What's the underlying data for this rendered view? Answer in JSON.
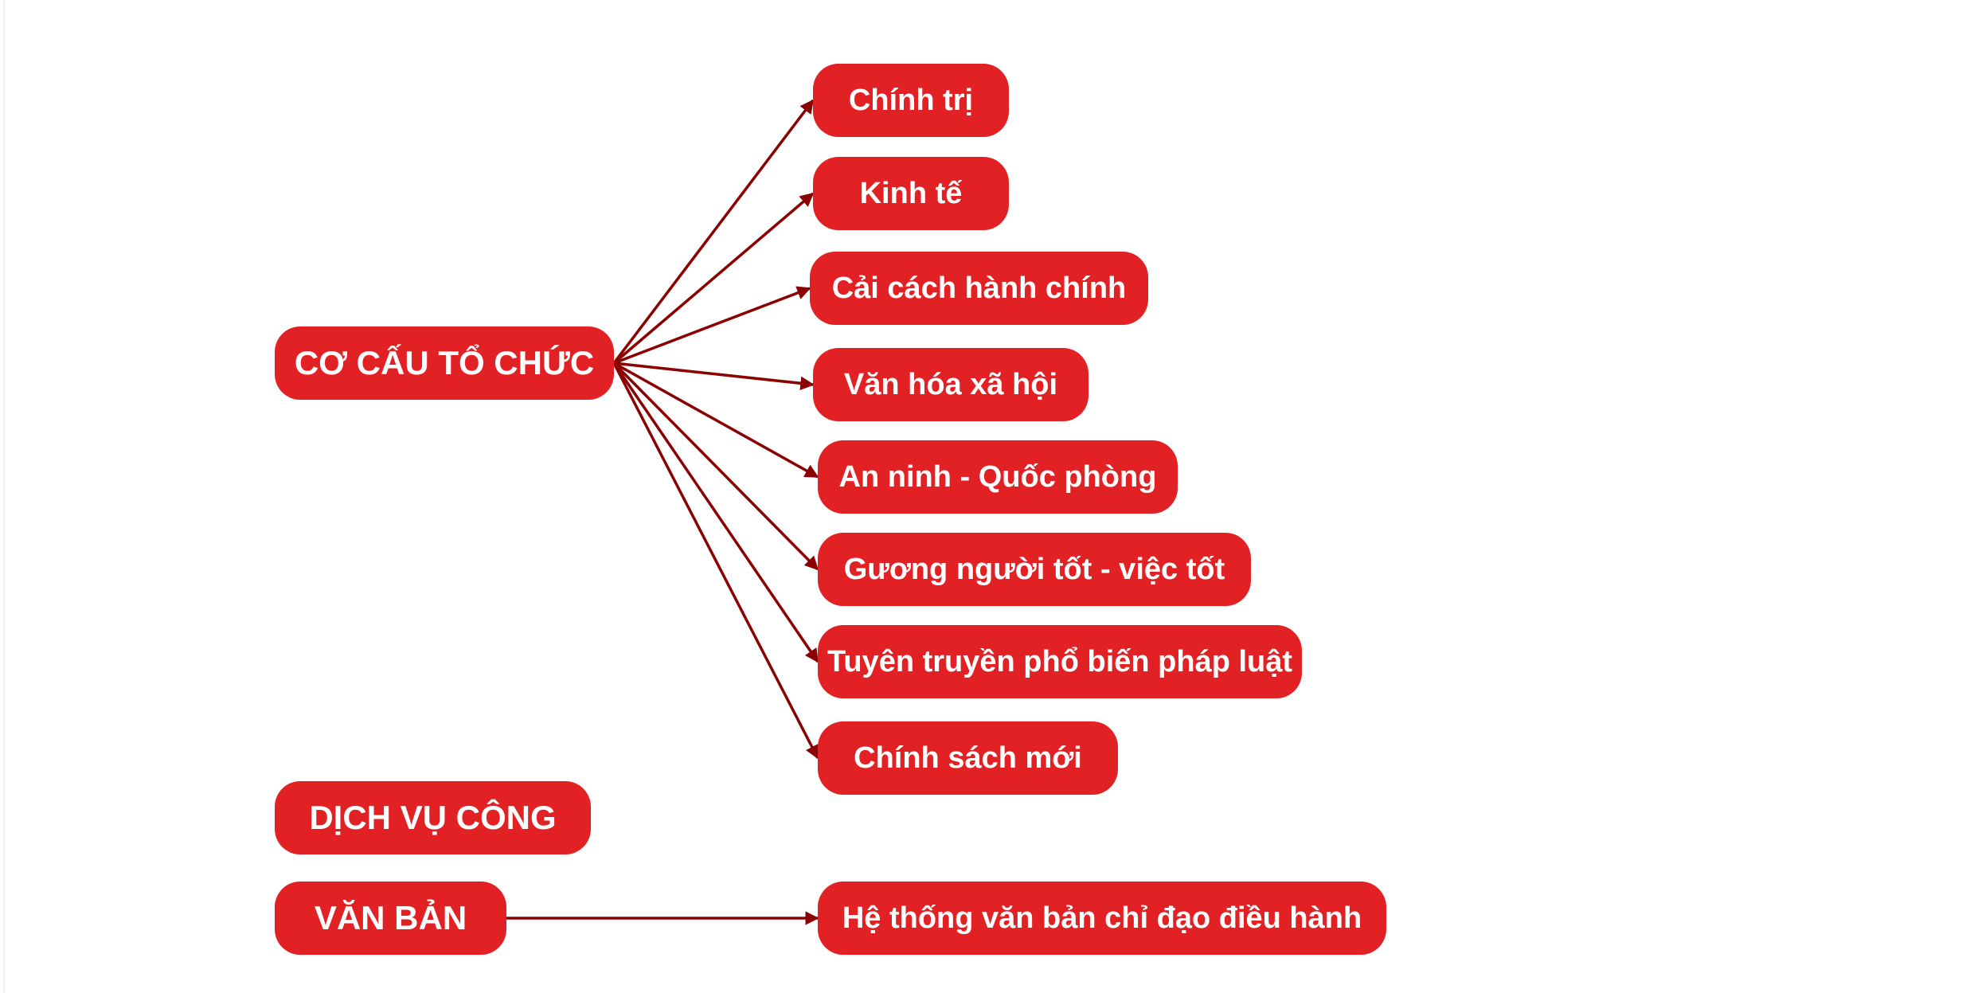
{
  "colors": {
    "node": "#e12124",
    "edge": "#8b0000",
    "text": "#ffffff"
  },
  "nodes": {
    "root": "CƠ CẤU TỔ CHỨC",
    "chinhtri": "Chính trị",
    "kinhte": "Kinh tế",
    "caicach": "Cải cách hành chính",
    "vanhoa": "Văn hóa xã hội",
    "anninh": "An ninh - Quốc phòng",
    "guong": "Gương người tốt - việc tốt",
    "tuyen": "Tuyên truyền phổ biến pháp luật",
    "chinhsach": "Chính sách mới",
    "dichvu": "DỊCH VỤ CÔNG",
    "vanban": "VĂN BẢN",
    "hethong": "Hệ thống văn bản chỉ đạo điều hành"
  },
  "edges": [
    [
      "root",
      "chinhtri"
    ],
    [
      "root",
      "kinhte"
    ],
    [
      "root",
      "caicach"
    ],
    [
      "root",
      "vanhoa"
    ],
    [
      "root",
      "anninh"
    ],
    [
      "root",
      "guong"
    ],
    [
      "root",
      "tuyen"
    ],
    [
      "root",
      "chinhsach"
    ],
    [
      "vanban",
      "hethong"
    ]
  ]
}
